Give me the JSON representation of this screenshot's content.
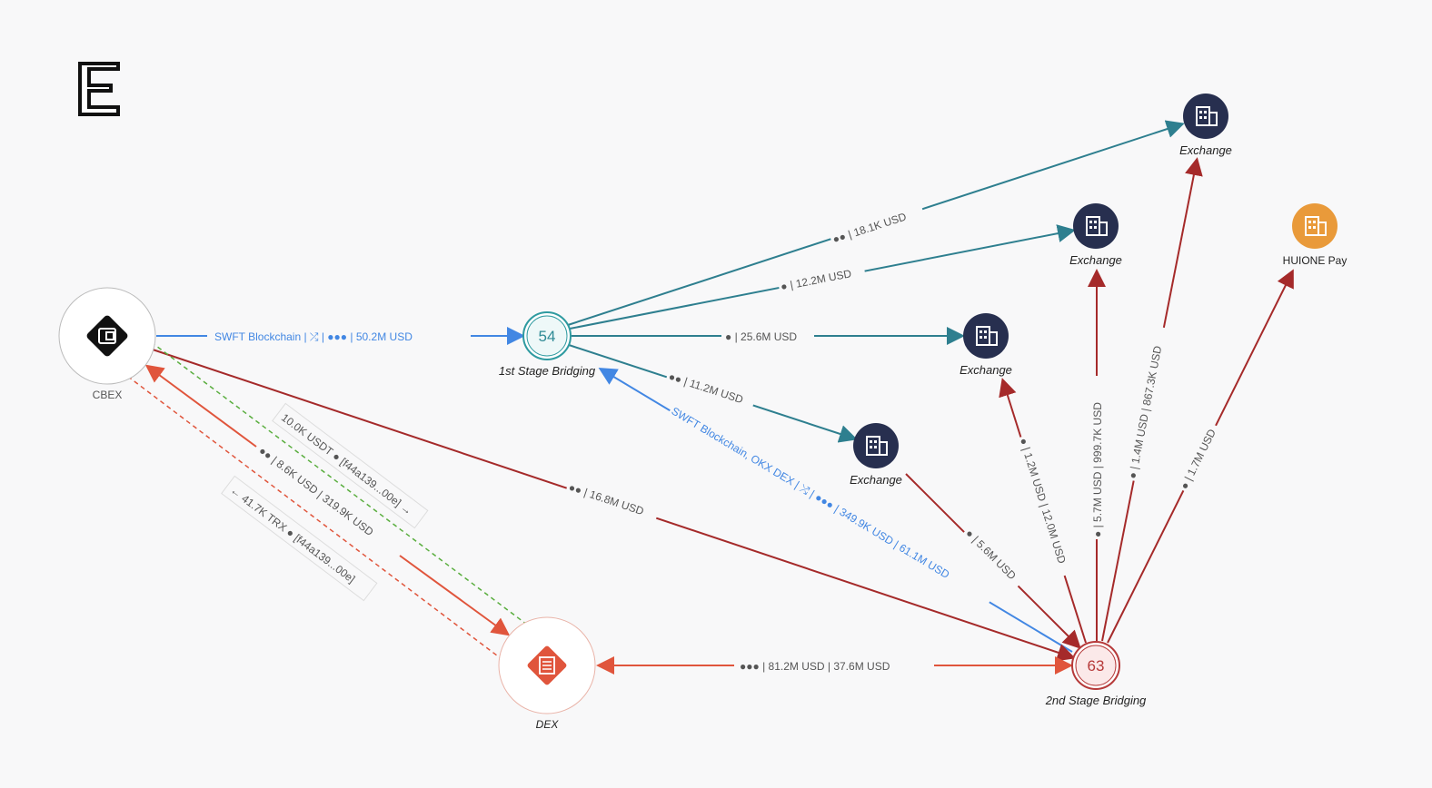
{
  "colors": {
    "blue": "#4287e3",
    "teal": "#2e7f8f",
    "red": "#a52a2a",
    "orange_red": "#e0553c",
    "green_dashed": "#5aae3f",
    "navy": "#272f4f",
    "orange": "#e99a3a",
    "tether": "#3ba17a"
  },
  "logo": {
    "icon": "exchange-logo-e-icon"
  },
  "nodes": {
    "cbex": {
      "label": "CBEX",
      "icon": "wallet-icon"
    },
    "stage1": {
      "count": "54",
      "label": "1st Stage Bridging"
    },
    "stage2": {
      "count": "63",
      "label": "2nd Stage Bridging"
    },
    "dex": {
      "label": "DEX",
      "icon": "dex-contract-icon"
    },
    "ex_top": {
      "label": "Exchange",
      "icon": "building-icon"
    },
    "ex_2": {
      "label": "Exchange",
      "icon": "building-icon"
    },
    "ex_3": {
      "label": "Exchange",
      "icon": "building-icon"
    },
    "ex_4": {
      "label": "Exchange",
      "icon": "building-icon"
    },
    "huione": {
      "label": "HUIONE Pay",
      "icon": "building-icon"
    }
  },
  "edges": {
    "cbex_stage1": "SWFT Blockchain  |  ⤮  |  ●●●  |  50.2M USD",
    "stage1_extop": "●●  |  18.1K USD",
    "stage1_ex2": "●  |  12.2M USD",
    "stage1_ex3": "●  |  25.6M USD",
    "stage1_ex4": "●●  |  11.2M USD",
    "stage2_stage1": "SWFT Blockchain, OKX DEX  |  ⤮  |  ●●●  |  349.9K USD  |  61.1M USD",
    "cbex_stage2": "●●  |  16.8M USD",
    "cbex_dex_usdt": "10.0K USDT ● [f44a139...00e] →",
    "dex_cbex_trx": "← 41.7K TRX ● [f44a139...00e]",
    "dex_cbex_red": "●●  |  8.6K USD  |  319.9K USD",
    "dex_stage2": "●●●  |  81.2M USD  |  37.6M USD",
    "ex4_stage2": "●  |  5.6M USD",
    "stage2_ex3": "●  |  1.2M USD  |  12.0M USD",
    "stage2_ex2": "●  |  5.7M USD  |  999.7K USD",
    "stage2_extop": "●  |  1.4M USD  |  867.3K USD",
    "stage2_huione": "●  |  1.7M USD"
  }
}
